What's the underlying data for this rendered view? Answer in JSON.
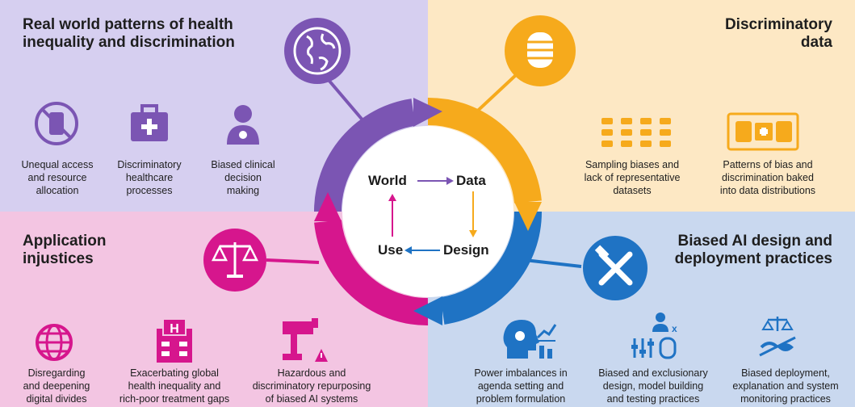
{
  "colors": {
    "world_bg": "#d6cff0",
    "data_bg": "#fde8c4",
    "use_bg": "#f3c5e2",
    "design_bg": "#c9d8ef",
    "world_accent": "#7b55b3",
    "data_accent": "#f6aa1c",
    "use_accent": "#d6168d",
    "design_accent": "#1f73c4"
  },
  "quadrants": {
    "world": {
      "title": [
        "Real world patterns of health",
        "inequality and discrimination"
      ],
      "items": [
        {
          "icon": "no-medicine-icon",
          "lines": [
            "Unequal access",
            "and resource",
            "allocation"
          ]
        },
        {
          "icon": "medical-kit-icon",
          "lines": [
            "Discriminatory",
            "healthcare",
            "processes"
          ]
        },
        {
          "icon": "doctor-icon",
          "lines": [
            "Biased clinical",
            "decision",
            "making"
          ]
        }
      ],
      "main_icon": "globe-icon"
    },
    "data": {
      "title": [
        "Discriminatory",
        "data"
      ],
      "items": [
        {
          "icon": "population-grid-icon",
          "lines": [
            "Sampling biases and",
            "lack of representative",
            "datasets"
          ]
        },
        {
          "icon": "data-records-icon",
          "lines": [
            "Patterns of bias and",
            "discrimination baked",
            "into data distributions"
          ]
        }
      ],
      "main_icon": "database-icon"
    },
    "use": {
      "title": [
        "Application",
        "injustices"
      ],
      "items": [
        {
          "icon": "network-globe-icon",
          "lines": [
            "Disregarding",
            "and deepening",
            "digital divides"
          ]
        },
        {
          "icon": "hospital-icon",
          "lines": [
            "Exacerbating global",
            "health inequality and",
            "rich-poor treatment gaps"
          ]
        },
        {
          "icon": "surveillance-camera-icon",
          "lines": [
            "Hazardous and",
            "discriminatory repurposing",
            "of biased AI systems"
          ]
        }
      ],
      "main_icon": "scales-icon"
    },
    "design": {
      "title": [
        "Biased AI design and",
        "deployment practices"
      ],
      "items": [
        {
          "icon": "power-head-icon",
          "lines": [
            "Power imbalances in",
            "agenda setting and",
            "problem formulation"
          ]
        },
        {
          "icon": "model-building-icon",
          "lines": [
            "Biased and exclusionary",
            "design, model building",
            "and testing practices"
          ]
        },
        {
          "icon": "hidden-scales-icon",
          "lines": [
            "Biased deployment,",
            "explanation and system",
            "monitoring practices"
          ]
        }
      ],
      "main_icon": "tools-icon"
    }
  },
  "cycle": {
    "world": "World",
    "data": "Data",
    "design": "Design",
    "use": "Use"
  }
}
